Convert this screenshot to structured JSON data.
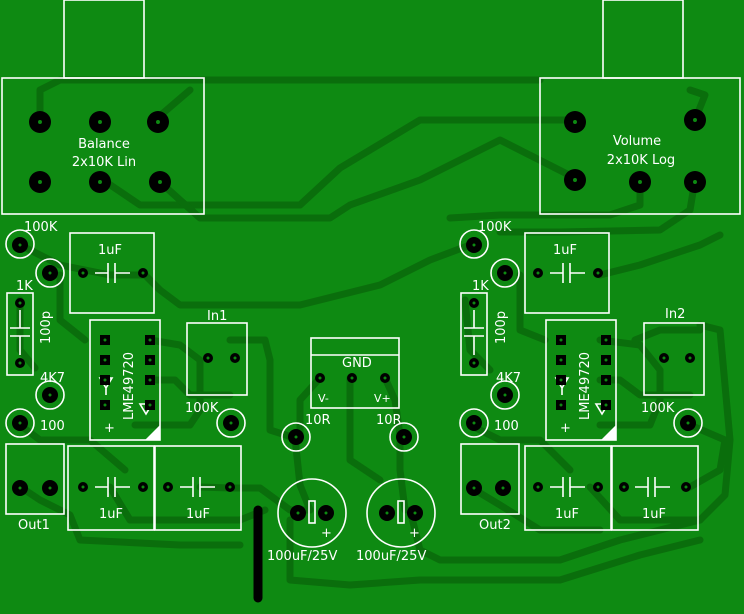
{
  "board": {
    "colors": {
      "copper": "#0e8a12",
      "trace": "#0a6e0c",
      "silk": "#ffffff",
      "pad": "#000000",
      "wire": "#000000"
    }
  },
  "labels": {
    "balance": "Balance",
    "balance_value": "2x10K Lin",
    "volume": "Volume",
    "volume_value": "2x10K Log",
    "r100k": "100K",
    "c1uf": "1uF",
    "r1k": "1K",
    "c100p": "100p",
    "r4k7": "4K7",
    "ic": "LME49720",
    "r100": "100",
    "plus": "+",
    "in1": "In1",
    "in2": "In2",
    "out1": "Out1",
    "out2": "Out2",
    "gnd": "GND",
    "vminus": "V-",
    "vplus": "V+",
    "r10r": "10R",
    "cap_elec": "100uF/25V"
  }
}
